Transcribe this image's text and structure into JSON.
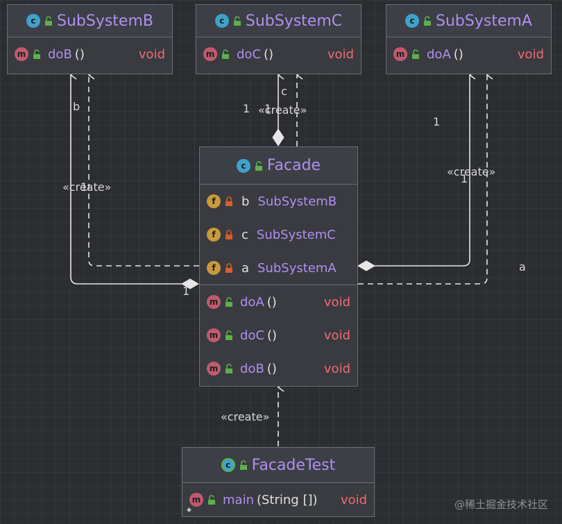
{
  "classes": {
    "subsystem_b": {
      "name": "SubSystemB",
      "methods": [
        {
          "name": "doB",
          "parens": "()",
          "type": "void"
        }
      ]
    },
    "subsystem_c": {
      "name": "SubSystemC",
      "methods": [
        {
          "name": "doC",
          "parens": "()",
          "type": "void"
        }
      ]
    },
    "subsystem_a": {
      "name": "SubSystemA",
      "methods": [
        {
          "name": "doA",
          "parens": "()",
          "type": "void"
        }
      ]
    },
    "facade": {
      "name": "Facade",
      "fields": [
        {
          "name": "b",
          "type": "SubSystemB"
        },
        {
          "name": "c",
          "type": "SubSystemC"
        },
        {
          "name": "a",
          "type": "SubSystemA"
        }
      ],
      "methods": [
        {
          "name": "doA",
          "parens": "()",
          "type": "void"
        },
        {
          "name": "doC",
          "parens": "()",
          "type": "void"
        },
        {
          "name": "doB",
          "parens": "()",
          "type": "void"
        }
      ]
    },
    "facade_test": {
      "name": "FacadeTest",
      "methods": [
        {
          "name": "main",
          "parens": "(String [])",
          "type": "void"
        }
      ]
    }
  },
  "edge_labels": {
    "b_role": "b",
    "c_role": "c",
    "a_role": "a",
    "b_mult": "1",
    "c_mult": "1",
    "a_mult": "1",
    "b_create": "«create»",
    "c_create": "«create»",
    "a_create": "«create»",
    "test_create": "«create»",
    "overlap_1": "1",
    "overlap_2": "1",
    "overlap_3": "1"
  },
  "icons": {
    "class": "class-icon",
    "method": "method-icon",
    "field": "field-icon",
    "public": "public-lock-icon",
    "private": "private-lock-icon"
  },
  "colors": {
    "background": "#2b2d30",
    "class_name": "#b28ef0",
    "return_type": "#ef6b75",
    "edge": "#e6e6e6"
  },
  "watermark": "@稀土掘金技术社区"
}
